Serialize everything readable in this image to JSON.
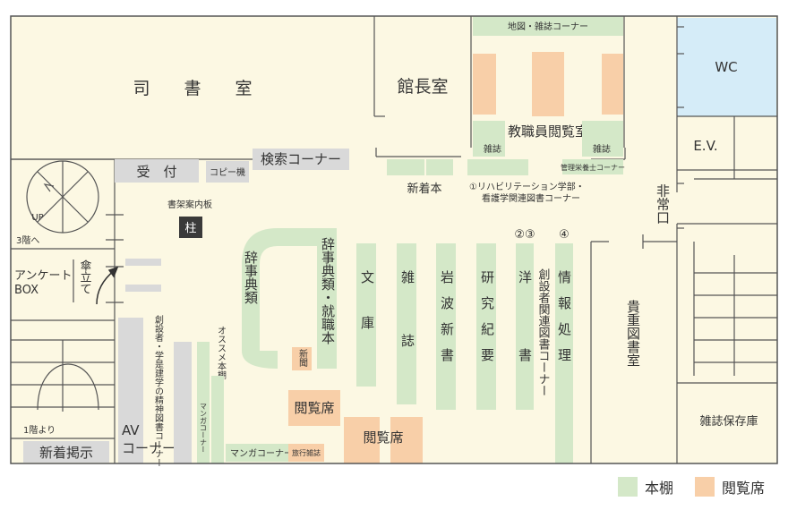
{
  "colors": {
    "floor": "#FCF8E3",
    "bookshelf": "#D4E8C8",
    "reading_seat": "#F8CFA8",
    "counter": "#D9D9D9",
    "wc": "#D5ECF8",
    "wall": "#555555",
    "text": "#333333",
    "pillar": "#3A3A3A"
  },
  "rooms": {
    "librarian_room": "司　　書　　室",
    "director_room": "館長室",
    "map_magazine_corner": "地図・雑誌コーナー",
    "staff_reading_room": "教職員閲覧室",
    "staff_magazine_1": "雑誌",
    "staff_magazine_2": "雑誌",
    "dietitian_corner": "管理栄養士コーナー",
    "wc": "WC",
    "ev": "E.V.",
    "emergency_exit": "非常口",
    "rare_books_room": "貴重図書室",
    "magazine_storage": "雑誌保存庫"
  },
  "counters": {
    "reception": "受　付",
    "copy_machine": "コピー機",
    "search_corner": "検索コーナー",
    "av_corner_line1": "AV",
    "av_corner_line2": "コーナー",
    "new_arrivals_board": "新着掲示",
    "survey_box_line1": "アンケート",
    "survey_box_line2": "BOX"
  },
  "stair": {
    "up": "UP",
    "to_3f": "3階へ",
    "from_1f": "1階より"
  },
  "umbrella_stand": "傘立て",
  "shelf_guide_board": "書架案内板",
  "pillar": "柱",
  "shelves": {
    "new_books": "新着本",
    "rehab_nursing_line1": "①リハビリテーション学部・",
    "rehab_nursing_line2": "看護学関連図書コーナー",
    "num_23": "②③",
    "num_4": "④",
    "dictionary_1": "辞事典類",
    "dictionary_employment": "辞事典類・就職本",
    "newspaper": "新聞",
    "bunko": "文庫",
    "magazines": "雑誌",
    "iwanami": "岩波新書",
    "research_bulletins": "研究紀要",
    "western_books": "洋書",
    "founder_related": "創設者関連図書コーナー",
    "info_processing": "情報処理",
    "recommended": "オススメ本棚",
    "founder_spirit": "創設者・学是建学の精神図書コーナー",
    "manga_vertical": "マンガコーナー",
    "manga_horizontal": "マンガコーナー",
    "travel_magazines": "旅行雑誌"
  },
  "reading_seats": {
    "seat_1": "閲覧席",
    "seat_2": "閲覧席"
  },
  "legend": {
    "bookshelf": "本棚",
    "reading_seat": "閲覧席"
  }
}
